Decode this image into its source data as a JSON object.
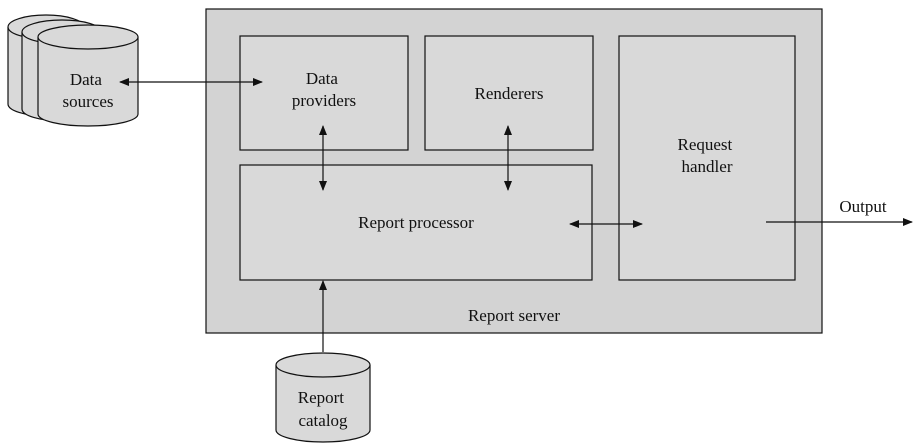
{
  "labels": {
    "data_sources": [
      "Data",
      "sources"
    ],
    "data_providers": [
      "Data",
      "providers"
    ],
    "renderers": "Renderers",
    "request_handler": [
      "Request",
      "handler"
    ],
    "report_processor": "Report processor",
    "report_server": "Report server",
    "report_catalog": [
      "Report",
      "catalog"
    ],
    "output": "Output"
  },
  "colors": {
    "fill": "#d9d9d9",
    "stroke": "#111111"
  }
}
